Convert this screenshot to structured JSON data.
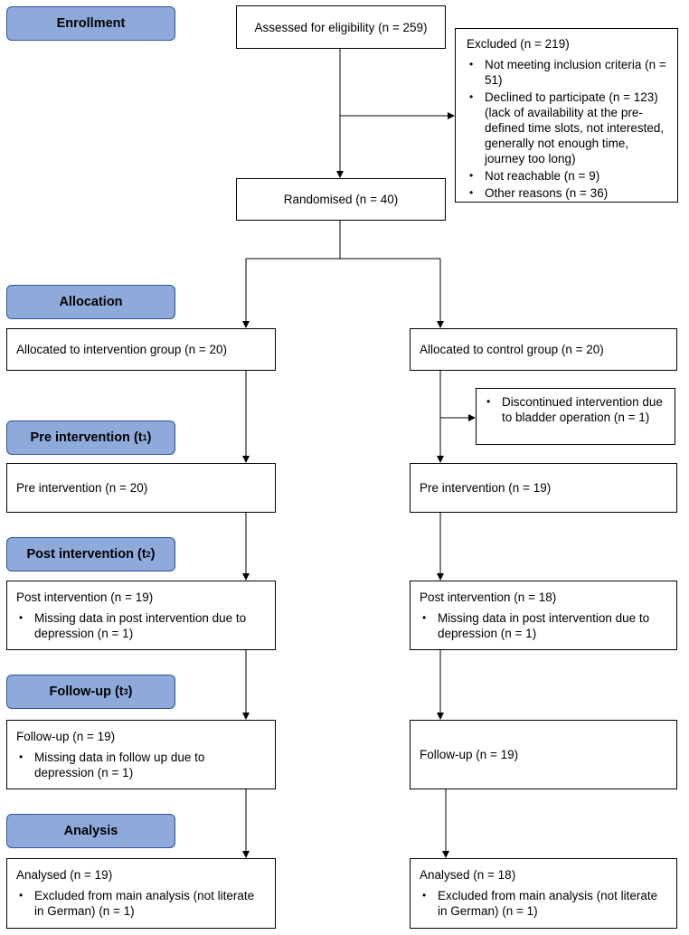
{
  "stages": {
    "enrollment": "Enrollment",
    "allocation": "Allocation",
    "pre": {
      "text": "Pre intervention (t",
      "sub": "1",
      "close": ")"
    },
    "post": {
      "text": "Post intervention (t",
      "sub": "2",
      "close": ")"
    },
    "followup": {
      "text": "Follow-up  (t",
      "sub": "3",
      "close": ")"
    },
    "analysis": "Analysis"
  },
  "enrollment": {
    "assessed": "Assessed for eligibility (n = 259)",
    "excluded_title": "Excluded (n = 219)",
    "excluded_items": [
      "Not meeting inclusion criteria (n = 51)",
      "Declined to participate (n = 123) (lack of availability at the pre-defined time slots, not interested, generally not enough time, journey too long)",
      "Not reachable (n = 9)",
      "Other reasons (n = 36)"
    ],
    "randomised": "Randomised (n = 40)"
  },
  "intervention": {
    "allocated": "Allocated to intervention group (n = 20)",
    "pre": "Pre intervention (n = 20)",
    "post": "Post intervention (n = 19)",
    "post_note": "Missing data in post intervention due to depression (n = 1)",
    "followup": "Follow-up  (n = 19)",
    "followup_note": "Missing data in follow up due to depression (n = 1)",
    "analysed": "Analysed (n = 19)",
    "analysed_note": "Excluded from main analysis (not literate in German) (n = 1)"
  },
  "control": {
    "allocated": "Allocated to control group (n = 20)",
    "discontinued": "Discontinued intervention due to bladder operation (n = 1)",
    "pre": "Pre intervention (n = 19)",
    "post": "Post intervention (n = 18)",
    "post_note": "Missing data in post intervention due to depression (n = 1)",
    "followup": "Follow-up  (n = 19)",
    "analysed": "Analysed (n = 18)",
    "analysed_note": "Excluded from main analysis (not literate in German) (n = 1)"
  }
}
